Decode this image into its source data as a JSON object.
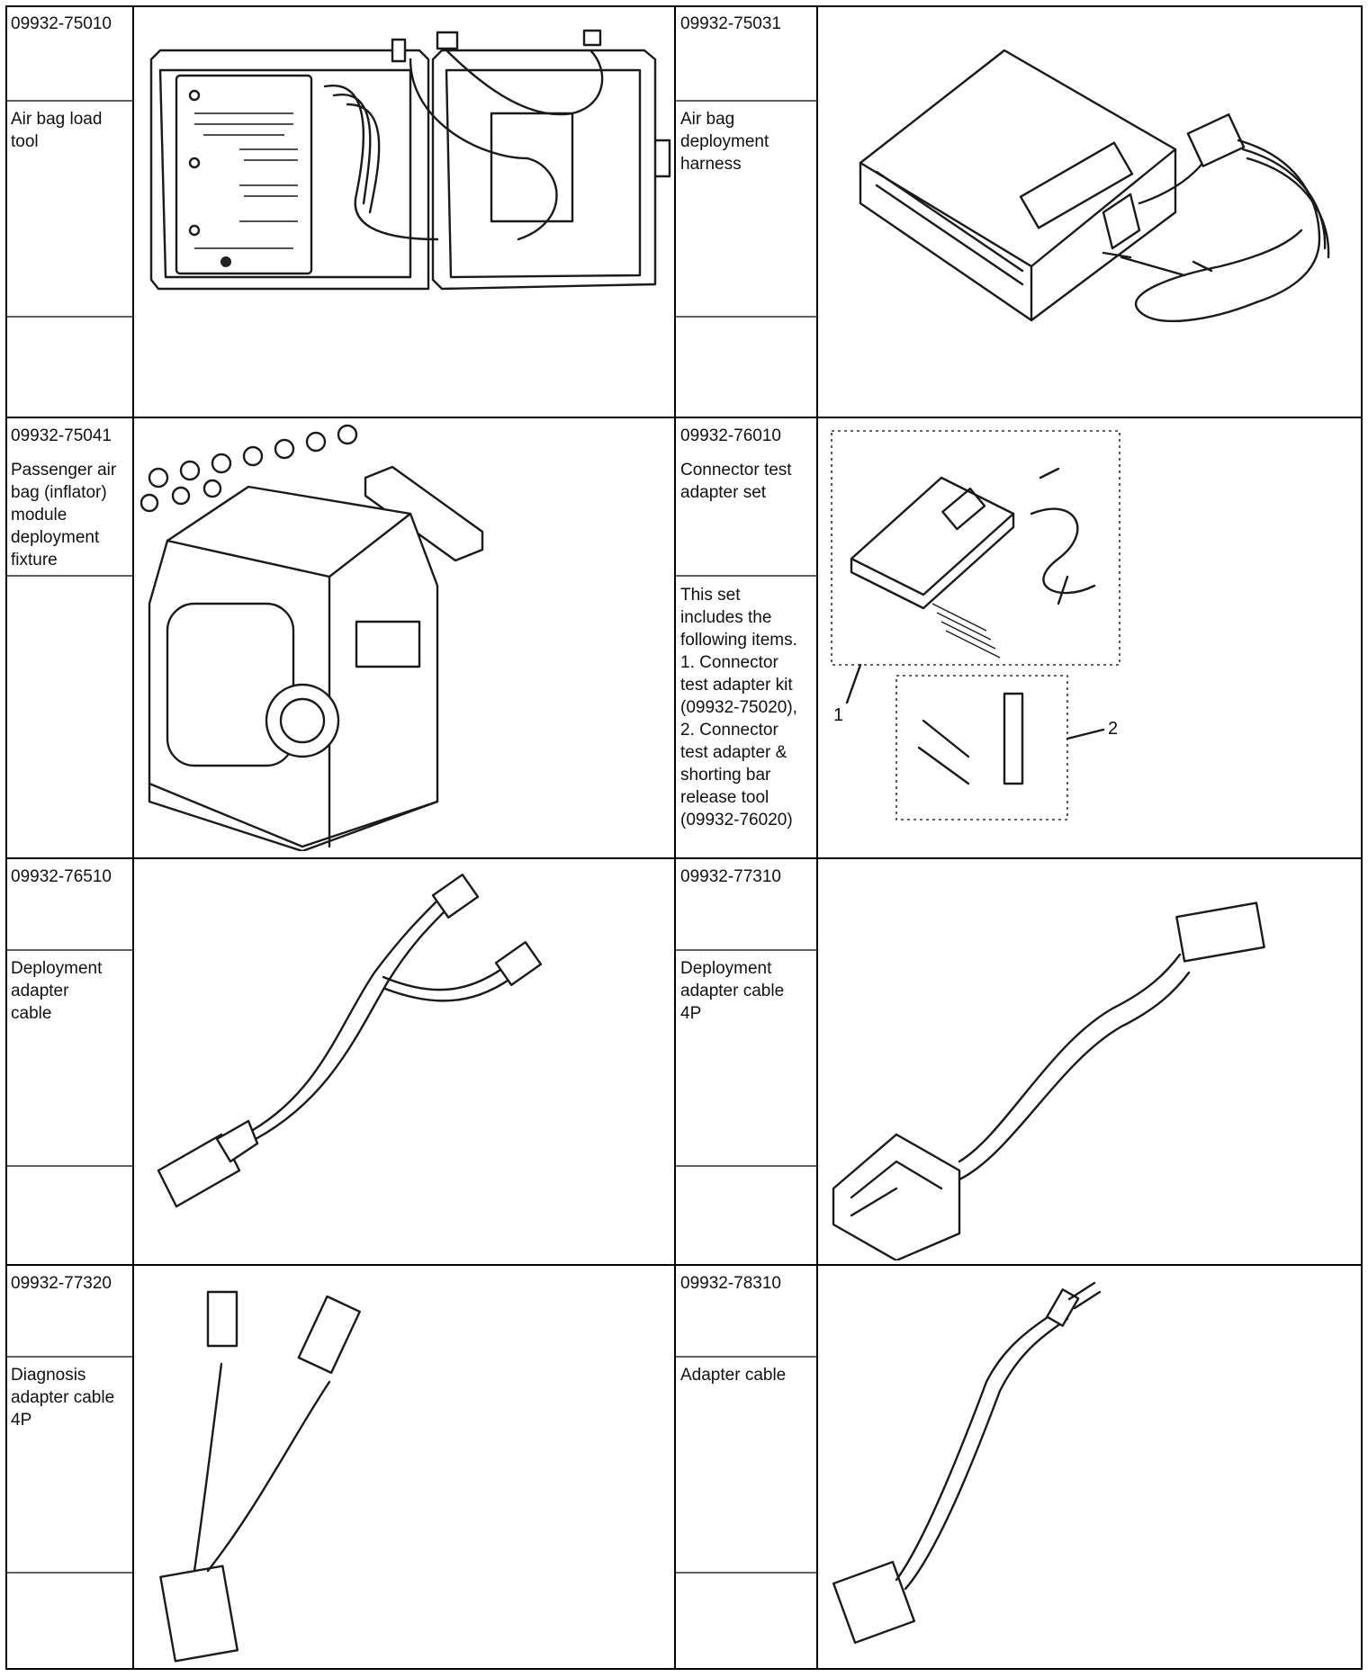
{
  "tools": [
    {
      "part_number": "09932-75010",
      "name": "Air bag load\ntool",
      "note": ""
    },
    {
      "part_number": "09932-75031",
      "name": "Air bag\ndeployment\nharness",
      "note": ""
    },
    {
      "part_number": "09932-75041",
      "name": "Passenger air\nbag (inflator)\nmodule\ndeployment\nfixture",
      "note": ""
    },
    {
      "part_number": "09932-76010",
      "name": "Connector test\nadapter set",
      "note": "This set\nincludes the\nfollowing items.\n1. Connector\ntest adapter kit\n(09932-75020),\n2. Connector\ntest adapter &\nshorting bar\nrelease tool\n(09932-76020)"
    },
    {
      "part_number": "09932-76510",
      "name": "Deployment\nadapter\ncable",
      "note": ""
    },
    {
      "part_number": "09932-77310",
      "name": "Deployment\nadapter cable\n4P",
      "note": ""
    },
    {
      "part_number": "09932-77320",
      "name": "Diagnosis\nadapter cable\n4P",
      "note": ""
    },
    {
      "part_number": "09932-78310",
      "name": "Adapter cable",
      "note": ""
    }
  ],
  "callouts": [
    "1",
    "2"
  ],
  "icons": [
    "load-tool-case",
    "deployment-harness-box",
    "deployment-fixture",
    "test-adapter-set",
    "adapter-cable"
  ]
}
